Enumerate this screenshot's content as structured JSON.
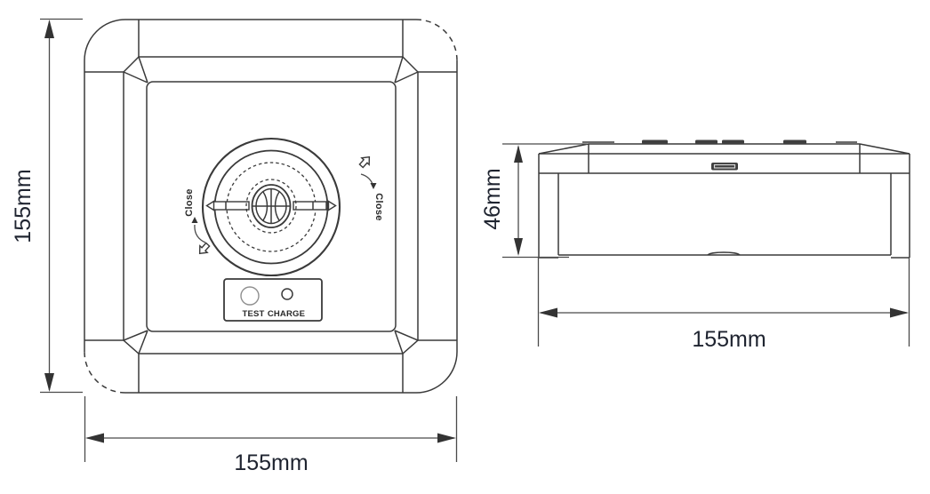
{
  "drawing": {
    "type": "technical-dimension-drawing",
    "views": [
      "front",
      "side"
    ]
  },
  "labels": {
    "front_height": "155mm",
    "front_width": "155mm",
    "side_height": "46mm",
    "side_width": "155mm",
    "close_left": "Close",
    "close_right": "Close",
    "test": "TEST",
    "charge": "CHARGE"
  },
  "dimensions_mm": {
    "front_width": 155,
    "front_height": 155,
    "side_width": 155,
    "side_height": 46
  },
  "colors": {
    "background": "#ffffff",
    "line": "#3a3a3a",
    "dimension_line": "#4b4b4b",
    "text": "#1f2430",
    "test_button_ring": "#8f8f8f"
  }
}
